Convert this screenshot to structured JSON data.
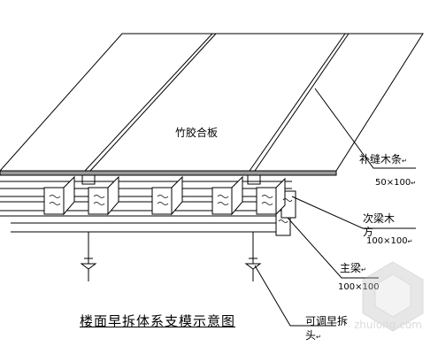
{
  "diagram": {
    "plate_label": "竹胶合板",
    "filler_strip": {
      "label": "补缝木条",
      "size": "50×100"
    },
    "secondary_beam": {
      "label_line1": "次梁木",
      "label_line2": "方",
      "size": "100×100"
    },
    "main_beam": {
      "label": "主梁",
      "size": "100×100"
    },
    "support_head": {
      "label_line1": "可调早拆",
      "label_line2": "头"
    },
    "title": "楼面早拆体系支模示意图",
    "watermark": "zhulong.com",
    "line_end_mark": "↵"
  }
}
